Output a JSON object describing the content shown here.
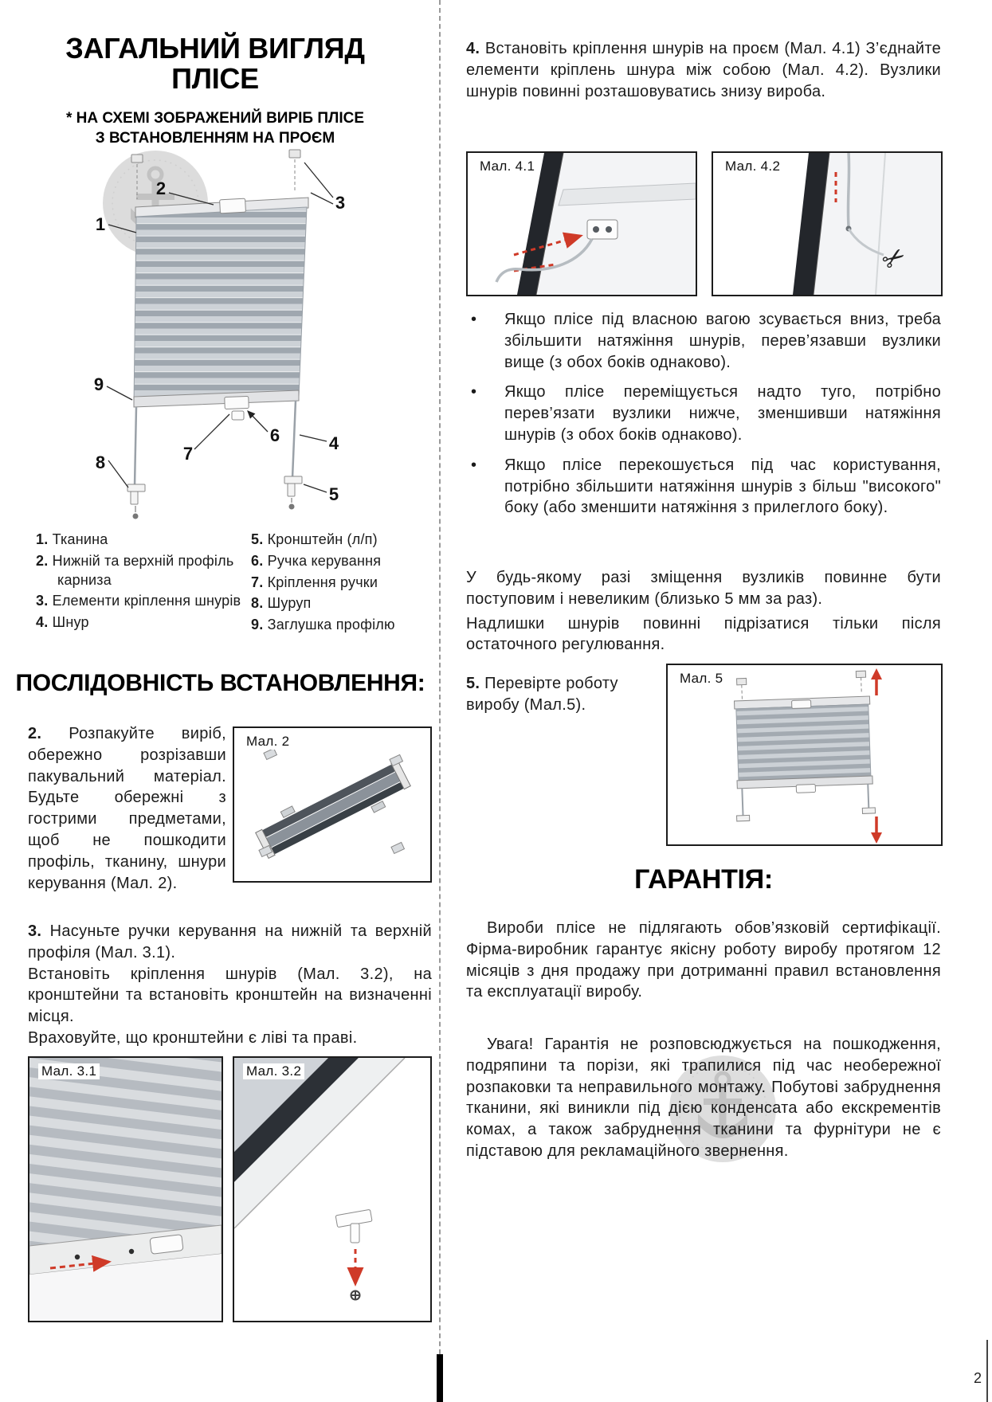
{
  "page": {
    "number": "2"
  },
  "left": {
    "title": {
      "line1": "ЗАГАЛЬНИЙ ВИГЛЯД",
      "line2": "ПЛІСЕ"
    },
    "subtitle": {
      "line1": "* НА СХЕМІ ЗОБРАЖЕНИЙ ВИРІБ ПЛІСЕ",
      "line2": "З ВСТАНОВЛЕННЯМ НА ПРОЄМ"
    },
    "diagram": {
      "callouts": [
        "1",
        "2",
        "3",
        "4",
        "5",
        "6",
        "7",
        "8",
        "9"
      ]
    },
    "legend": {
      "col1": [
        {
          "num": "1.",
          "text": "Тканина"
        },
        {
          "num": "2.",
          "text": "Нижній та верхній профіль карниза"
        },
        {
          "num": "3.",
          "text": "Елементи кріплення шнурів"
        },
        {
          "num": "4.",
          "text": "Шнур"
        }
      ],
      "col2": [
        {
          "num": "5.",
          "text": "Кронштейн (л/п)"
        },
        {
          "num": "6.",
          "text": "Ручка керування"
        },
        {
          "num": "7.",
          "text": "Кріплення ручки"
        },
        {
          "num": "8.",
          "text": "Шуруп"
        },
        {
          "num": "9.",
          "text": "Заглушка профілю"
        }
      ]
    },
    "sequence_heading": "ПОСЛІДОВНІСТЬ ВСТАНОВЛЕННЯ:",
    "step2": {
      "num": "2.",
      "text": "Розпакуйте виріб, обережно розрізавши пакувальний матеріал. Будьте обережні з гострими предметами, щоб не пошкодити профіль, тканину, шнури керування (Мал. 2)."
    },
    "fig2": {
      "label": "Мал. 2"
    },
    "step3": {
      "num": "3.",
      "p1": "Насуньте ручки керування на нижній та верхній профіля (Мал. 3.1).",
      "p2": "Встановіть кріплення шнурів (Мал. 3.2), на кронштейни та встановіть кронштейн на визначенні місця.",
      "p3": "Враховуйте, що кронштейни є ліві та праві."
    },
    "fig31": {
      "label": "Мал. 3.1"
    },
    "fig32": {
      "label": "Мал. 3.2"
    }
  },
  "right": {
    "step4": {
      "num": "4.",
      "text": "Встановіть кріплення шнурів на проєм (Мал. 4.1) З’єднайте елементи кріплень шнура між собою (Мал. 4.2). Вузлики шнурів повинні розташовуватись знизу вироба."
    },
    "fig41": {
      "label": "Мал. 4.1"
    },
    "fig42": {
      "label": "Мал. 4.2"
    },
    "bullet_char": "•",
    "bullets": [
      "Якщо плісе під власною вагою зсувається вниз, треба збільшити натяжіння шнурів, перев’язавши вузлики вище (з обох боків однаково).",
      "Якщо плісе переміщується надто туго, потрібно перев’язати вузлики нижче, зменшивши натяжіння шнурів (з обох боків однаково).",
      "Якщо плісе перекошується під час користування, потрібно збільшити натяжіння шнурів з більш \"високого\" боку (або зменшити натяжіння з прилеглого боку)."
    ],
    "notes": {
      "p1": "У будь-якому разі зміщення вузликів повинне бути поступовим і невеликим (близько 5 мм за раз).",
      "p2": "Надлишки шнурів повинні підрізатися тільки після остаточного регулювання."
    },
    "step5": {
      "num": "5.",
      "text": "Перевірте роботу виробу (Мал.5)."
    },
    "fig5": {
      "label": "Мал. 5"
    },
    "warranty": {
      "heading": "ГАРАНТІЯ:",
      "p1": "Вироби плісе не підлягають обов’язковій сертифікації. Фірма-виробник гарантує якісну роботу виробу протягом 12 місяців з дня продажу при дотриманні правил встановлення та експлуатації виробу.",
      "p2": "Увага! Гарантія не розповсюджується на пошкодження, подряпини та порізи, які трапилися під час необережної розпаковки та неправильного монтажу. Побутові забруднення тканини, які виникли під дією конденсата або екскрементів комах, а також забруднення тканини та фурнітури не є підставою для рекламаційного звернення."
    }
  }
}
